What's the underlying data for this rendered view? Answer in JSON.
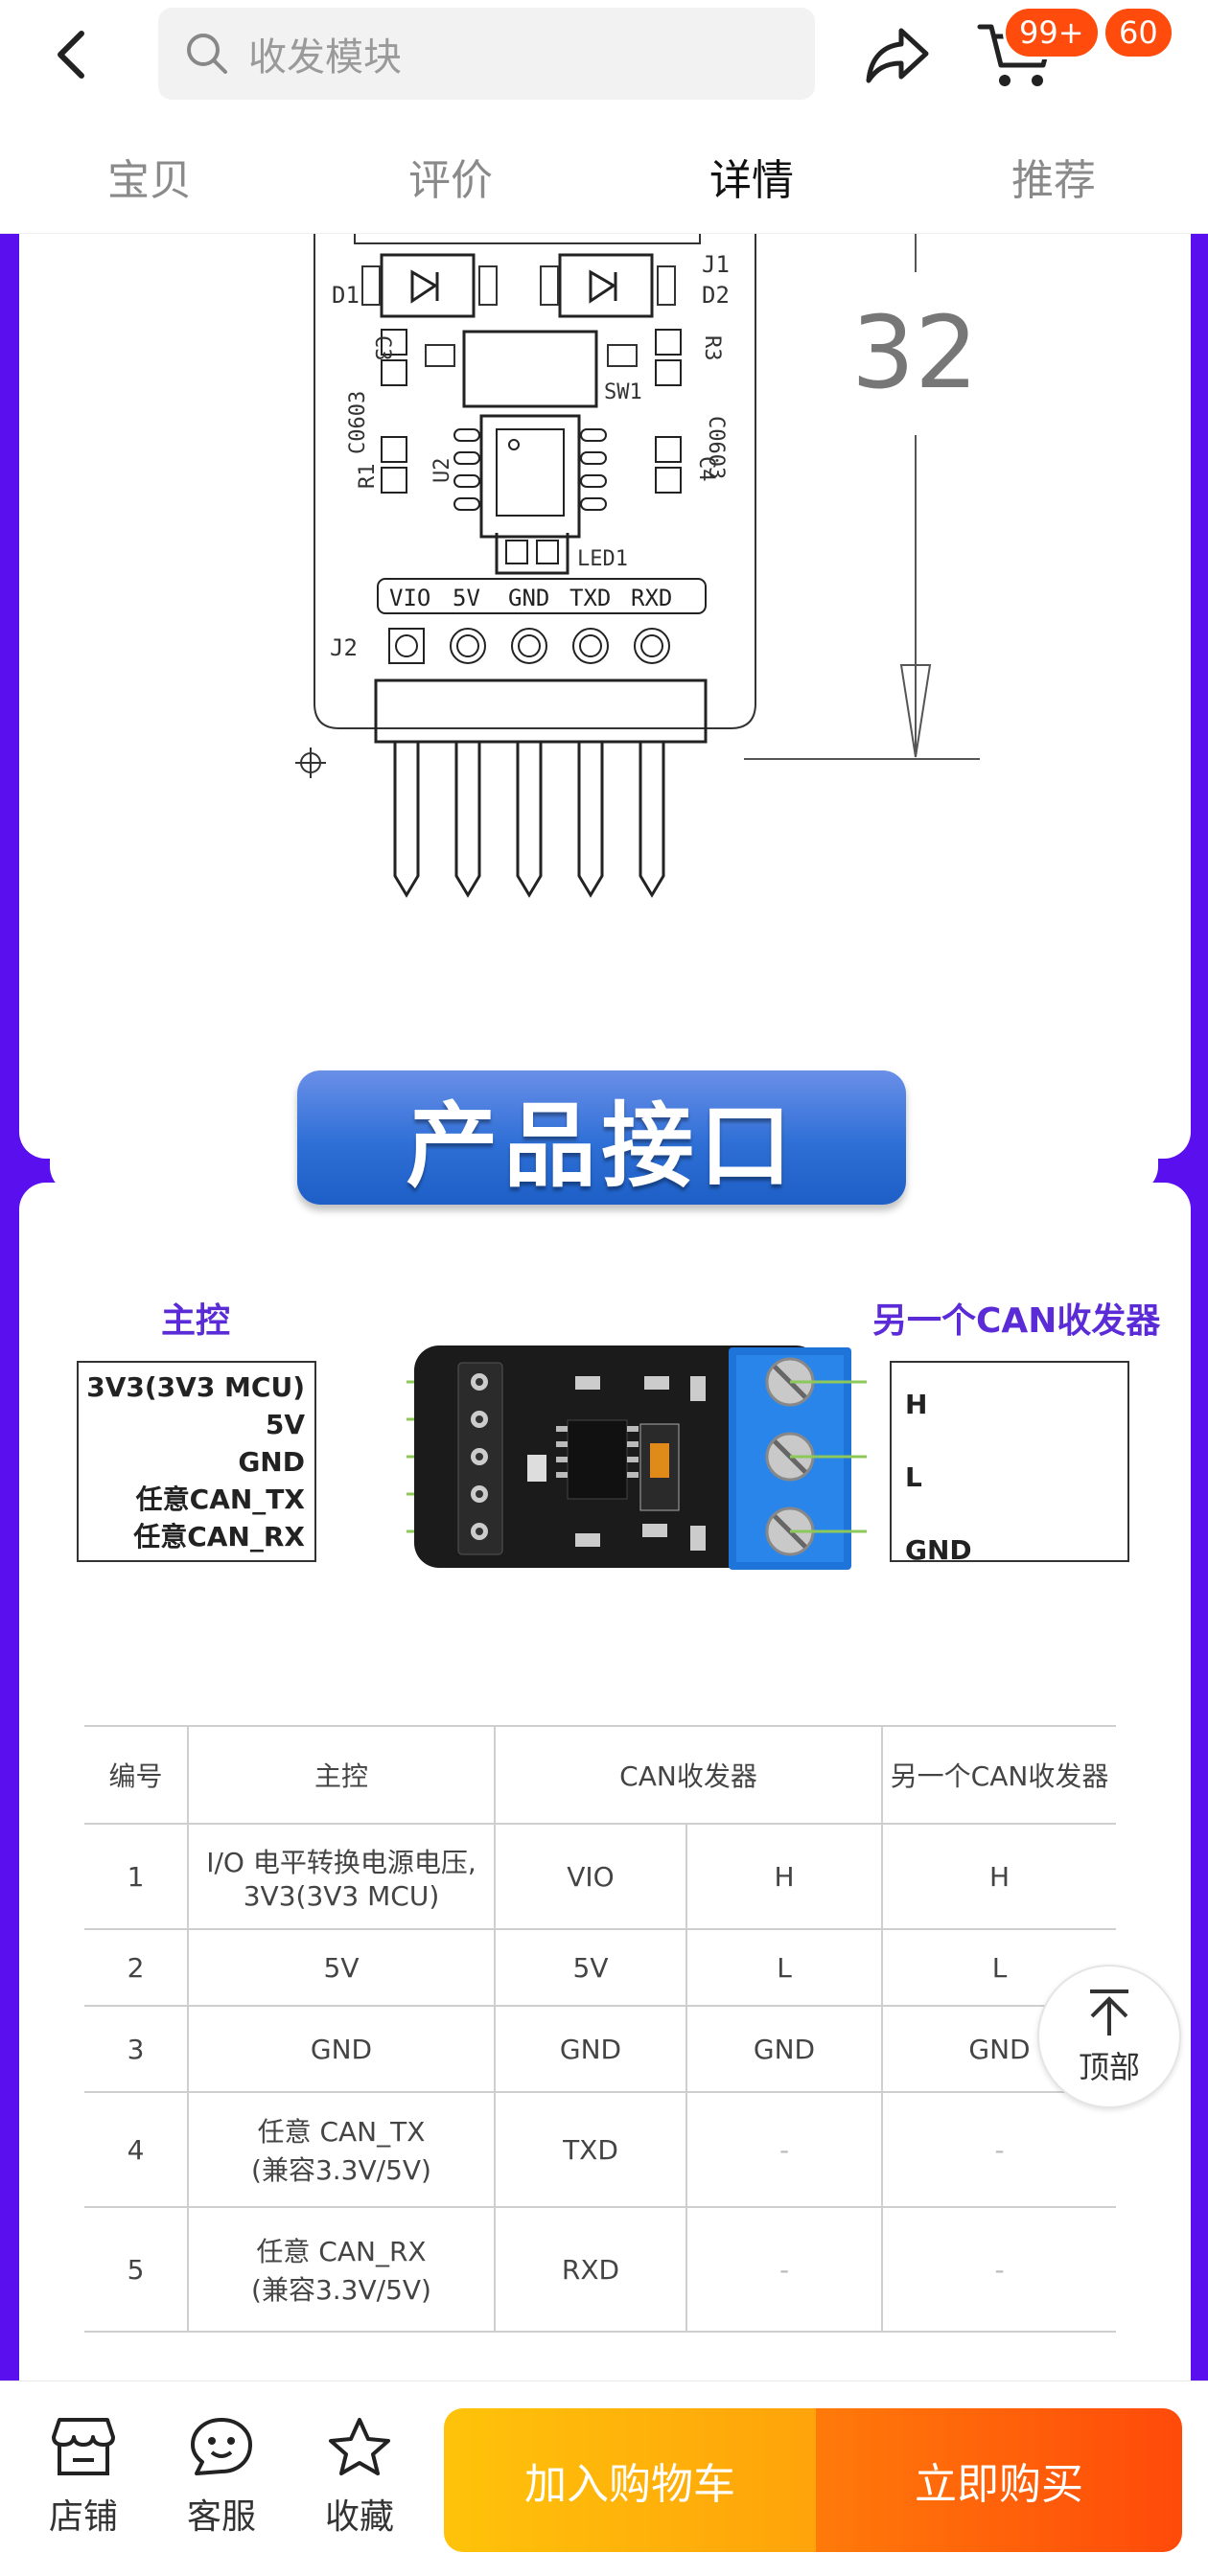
{
  "header": {
    "search_placeholder": "收发模块",
    "cart_badge": "99+",
    "msg_badge": "60"
  },
  "tabs": [
    {
      "label": "宝贝"
    },
    {
      "label": "评价"
    },
    {
      "label": "详情"
    },
    {
      "label": "推荐"
    }
  ],
  "drawing": {
    "dimension": "32",
    "refs": {
      "d1": "D1",
      "d2": "D2",
      "j1": "J1",
      "j2": "J2",
      "c3": "C3",
      "r3": "R3",
      "sw1": "SW1",
      "c0603": "C0603",
      "r1": "R1",
      "u2": "U2",
      "c4": "C4",
      "c0603b": "C0603",
      "led1": "LED1"
    },
    "pins": [
      "VIO",
      "5V",
      "GND",
      "TXD",
      "RXD"
    ]
  },
  "interface": {
    "title": "产品接口",
    "main_label": "主控",
    "other_label": "另一个CAN收发器",
    "main_pins": [
      "3V3(3V3 MCU)",
      "5V",
      "GND",
      "任意CAN_TX",
      "任意CAN_RX"
    ],
    "can_pins": [
      "H",
      "L",
      "GND"
    ]
  },
  "table": {
    "headers": [
      "编号",
      "主控",
      "CAN收发器",
      "另一个CAN收发器"
    ],
    "rows": [
      {
        "no": "1",
        "main": "I/O 电平转换电源电压,",
        "main2": "3V3(3V3 MCU)",
        "pin": "VIO",
        "can": "H",
        "other": "H"
      },
      {
        "no": "2",
        "main": "5V",
        "main2": "",
        "pin": "5V",
        "can": "L",
        "other": "L"
      },
      {
        "no": "3",
        "main": "GND",
        "main2": "",
        "pin": "GND",
        "can": "GND",
        "other": "GND"
      },
      {
        "no": "4",
        "main": "任意 CAN_TX",
        "main2": "(兼容3.3V/5V)",
        "pin": "TXD",
        "can": "-",
        "other": "-"
      },
      {
        "no": "5",
        "main": "任意 CAN_RX",
        "main2": "(兼容3.3V/5V)",
        "pin": "RXD",
        "can": "-",
        "other": "-"
      }
    ]
  },
  "top_button": {
    "label": "顶部"
  },
  "bottom": {
    "shop": "店铺",
    "service": "客服",
    "favorite": "收藏",
    "add_to_cart": "加入购物车",
    "buy_now": "立即购买"
  },
  "colors": {
    "brand_purple": "#5a10ee",
    "accent_orange": "#ff4b0b",
    "cart_yellow": "#ffc30a"
  }
}
